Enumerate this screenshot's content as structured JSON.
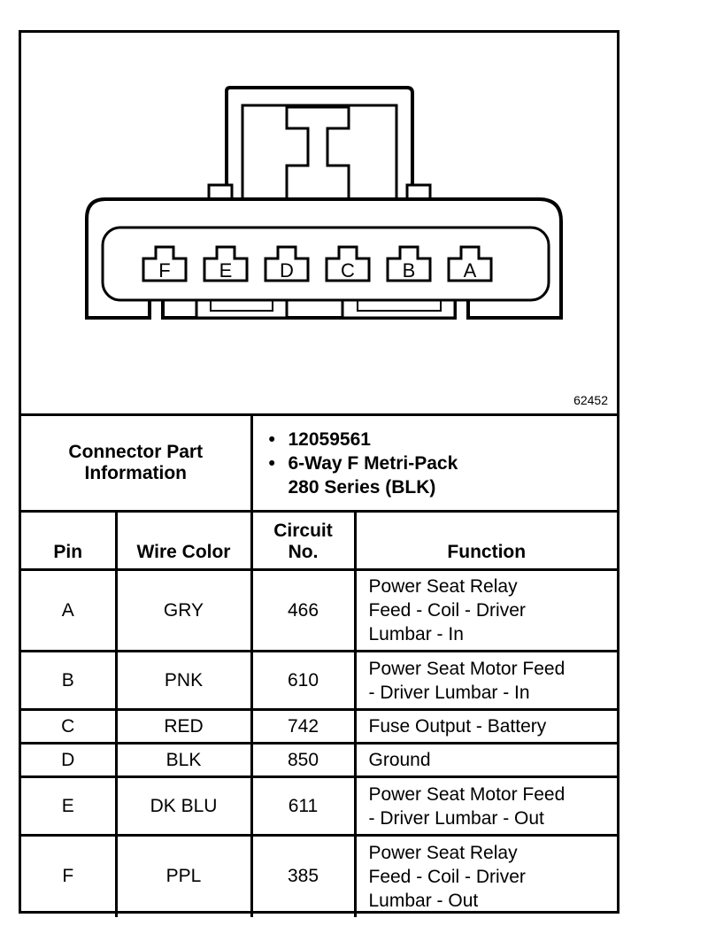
{
  "figure_id": "62452",
  "connector": {
    "pins_order": [
      "F",
      "E",
      "D",
      "C",
      "B",
      "A"
    ]
  },
  "part_info": {
    "label_line1": "Connector Part",
    "label_line2": "Information",
    "bullet1": "12059561",
    "bullet2_line1": "6-Way F Metri-Pack",
    "bullet2_line2": "280 Series (BLK)"
  },
  "headers": {
    "pin": "Pin",
    "wire_color": "Wire Color",
    "circuit_line1": "Circuit",
    "circuit_line2": "No.",
    "function": "Function"
  },
  "rows": [
    {
      "pin": "A",
      "color": "GRY",
      "circuit": "466",
      "function": [
        "Power Seat Relay",
        "Feed - Coil - Driver",
        "Lumbar - In"
      ]
    },
    {
      "pin": "B",
      "color": "PNK",
      "circuit": "610",
      "function": [
        "Power Seat Motor Feed",
        "- Driver Lumbar - In"
      ]
    },
    {
      "pin": "C",
      "color": "RED",
      "circuit": "742",
      "function": [
        "Fuse Output - Battery"
      ]
    },
    {
      "pin": "D",
      "color": "BLK",
      "circuit": "850",
      "function": [
        "Ground"
      ]
    },
    {
      "pin": "E",
      "color": "DK BLU",
      "circuit": "611",
      "function": [
        "Power Seat Motor Feed",
        "- Driver Lumbar - Out"
      ]
    },
    {
      "pin": "F",
      "color": "PPL",
      "circuit": "385",
      "function": [
        "Power Seat Relay",
        "Feed - Coil - Driver",
        "Lumbar - Out"
      ]
    }
  ]
}
